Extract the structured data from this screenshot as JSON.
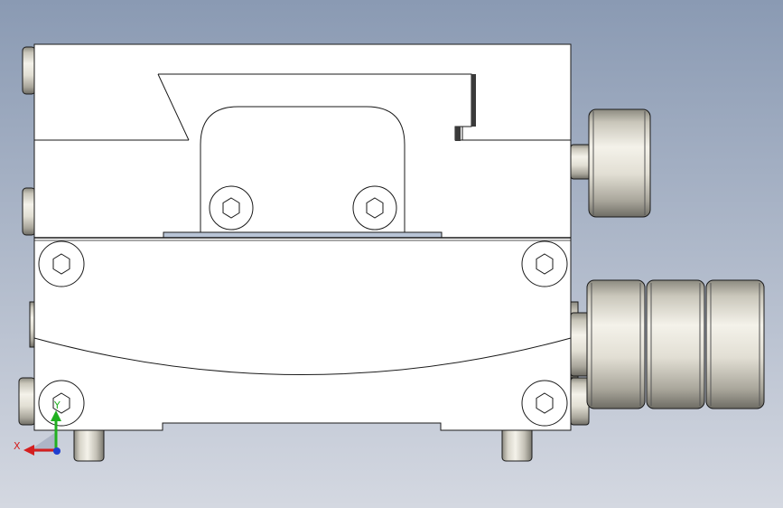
{
  "viewport": {
    "background_top": "#8a9ab3",
    "background_bottom": "#d4d8e1"
  },
  "part": {
    "body_fill": "#ffffff",
    "outline": "#1a1a1a",
    "hex_sockets": 6,
    "rollers_right": 4,
    "feet": 2
  },
  "triad": {
    "x_label": "X",
    "y_label": "Y",
    "x_color": "#d41f1f",
    "y_color": "#20b020",
    "z_color": "#1f3fd0"
  }
}
